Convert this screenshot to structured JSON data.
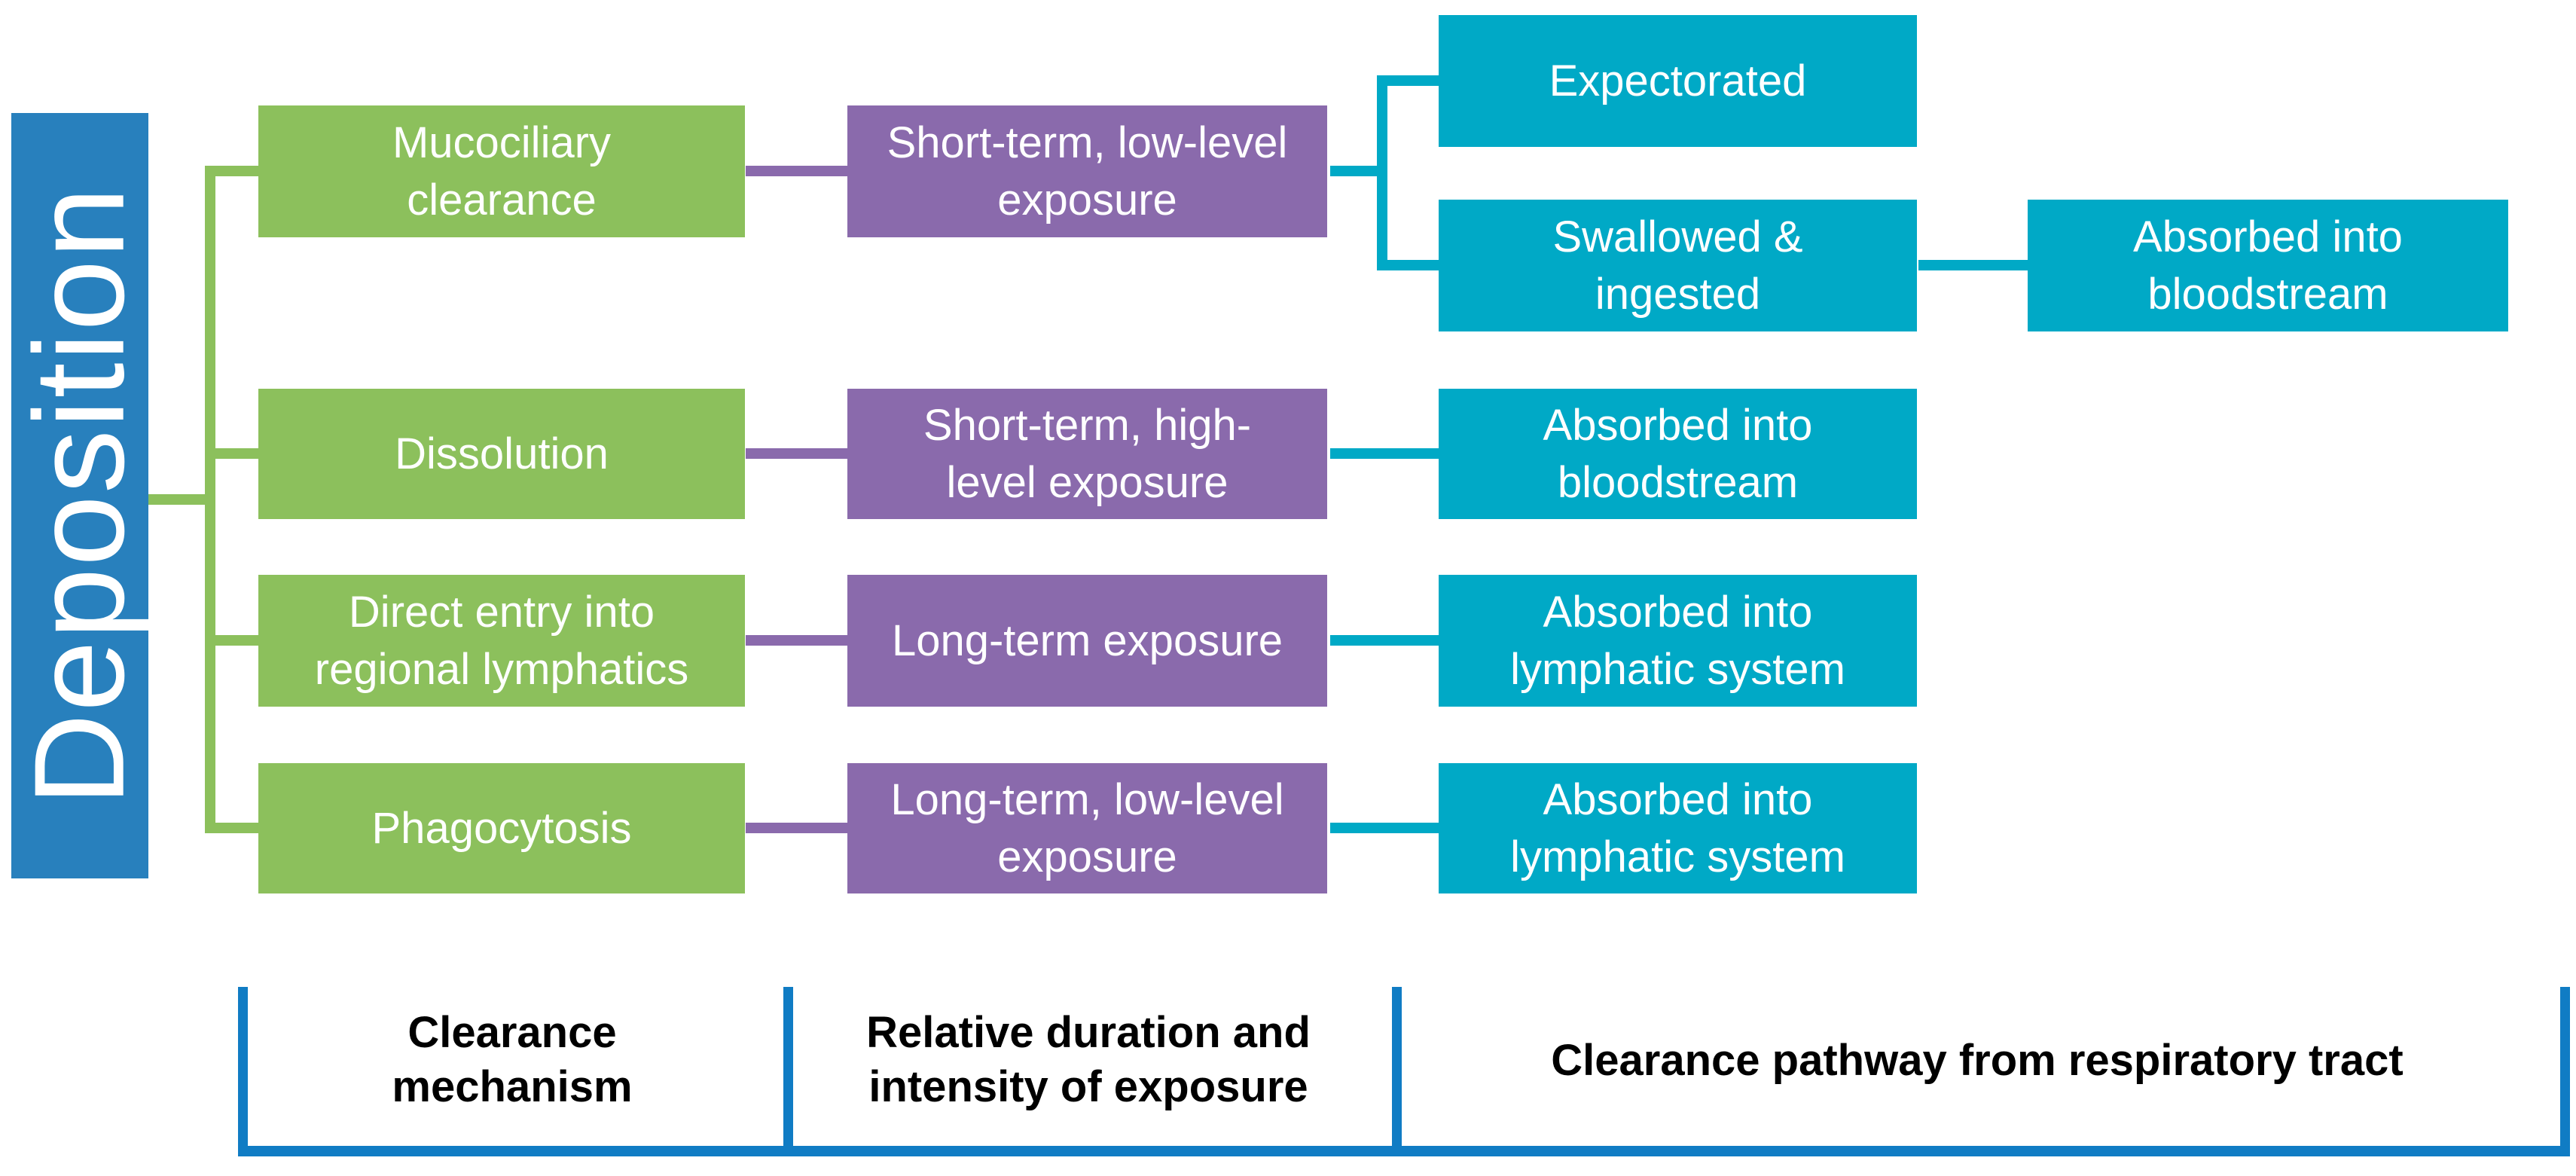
{
  "colors": {
    "blue": "#2880bd",
    "blue_line": "#107cc4",
    "green": "#8cc05c",
    "purple": "#8a6aac",
    "teal": "#00a9c6"
  },
  "root": {
    "label": "Deposition"
  },
  "mechanisms": {
    "mucociliary": "Mucociliary clearance",
    "dissolution": "Dissolution",
    "direct_entry": "Direct entry into regional lymphatics",
    "phagocytosis": "Phagocytosis"
  },
  "exposures": {
    "short_low": "Short-term, low-level exposure",
    "short_high": "Short-term, high-level exposure",
    "long_term": "Long-term exposure",
    "long_low": "Long-term, low-level exposure"
  },
  "pathways": {
    "expectorated": "Expectorated",
    "swallowed": "Swallowed & ingested",
    "absorbed_bloodstream_far": "Absorbed into bloodstream",
    "absorbed_bloodstream": "Absorbed into bloodstream",
    "absorbed_lymphatic_a": "Absorbed into lymphatic system",
    "absorbed_lymphatic_b": "Absorbed into lymphatic system"
  },
  "legend": {
    "mechanism": "Clearance mechanism",
    "duration": "Relative duration and intensity of exposure",
    "pathway": "Clearance pathway from respiratory tract"
  }
}
